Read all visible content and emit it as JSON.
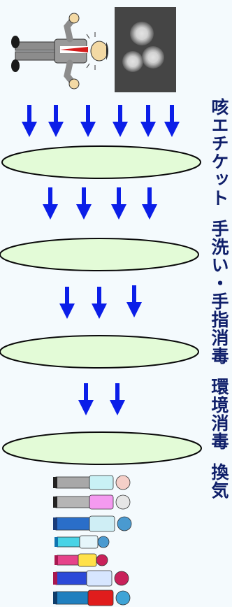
{
  "labels": {
    "cough": "咳エチケット",
    "handwash": "手洗い・手指消毒",
    "environment": "環境消毒",
    "ventilation": "換気"
  },
  "colors": {
    "arrow": "#0b1ee8",
    "filter_fill": "#e3fbd7",
    "filter_stroke": "#0a0a0a",
    "text": "#0f1f6a",
    "background": "#f4fafd"
  }
}
